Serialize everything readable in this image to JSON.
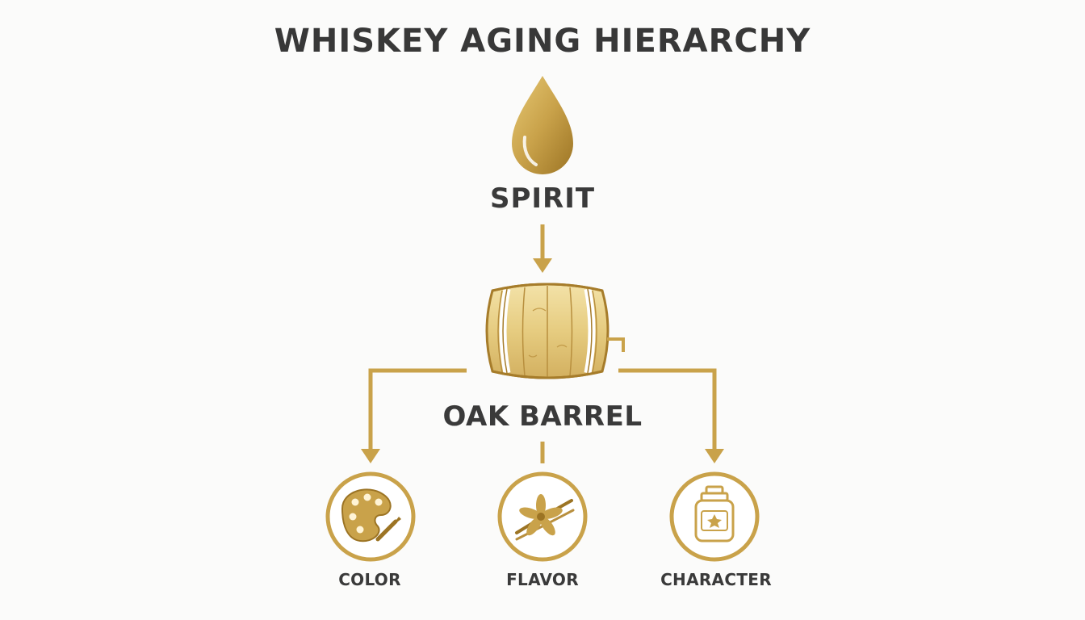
{
  "title": "WHISKEY AGING HIERARCHY",
  "colors": {
    "gold": "#c9a24a",
    "gold_dark": "#9c7424",
    "gold_light": "#ecd690",
    "text": "#3a3a3a",
    "background": "#fbfbfa"
  },
  "nodes": {
    "spirit": {
      "label": "SPIRIT",
      "icon": "droplet-icon"
    },
    "barrel": {
      "label": "OAK BARREL",
      "icon": "barrel-icon"
    },
    "children": [
      {
        "label": "COLOR",
        "icon": "palette-icon"
      },
      {
        "label": "FLAVOR",
        "icon": "vanilla-flower-icon"
      },
      {
        "label": "CHARACTER",
        "icon": "jar-icon"
      }
    ]
  }
}
